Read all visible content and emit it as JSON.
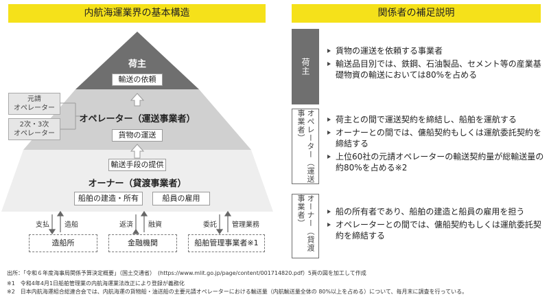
{
  "left_panel": {
    "header": "内航海運業界の基本構造",
    "shipper": {
      "title": "荷主",
      "box": "輸送の依頼"
    },
    "operator": {
      "title": "オペレーター（運送事業者）",
      "box": "貨物の運送"
    },
    "owner": {
      "top_box": "輸送手段の提供",
      "title": "オーナー（貸渡事業者）",
      "box_left": "船舶の建造・所有",
      "box_right": "船員の雇用"
    },
    "side_boxes": {
      "prime": [
        "元請",
        "オペレーター"
      ],
      "secondary": [
        "2次・3次",
        "オペレーター"
      ]
    },
    "arrow_labels": [
      "支払",
      "造船",
      "返済",
      "融資",
      "委託",
      "管理業務"
    ],
    "partners": {
      "shipbuilder": "造船所",
      "finance": "金融機関",
      "management": "船舶管理事業者※1"
    }
  },
  "right_panel": {
    "header": "関係者の補足説明",
    "sections": [
      {
        "label": "荷主",
        "bullets": [
          "貨物の運送を依頼する事業者",
          "輸送品目別では、鉄鋼、石油製品、セメント等の産業基礎物資の輸送においては80%を占める"
        ]
      },
      {
        "label": "オペレーター（運送事業者）",
        "bullets": [
          "荷主との間で運送契約を締結し、船舶を運航する",
          "オーナーとの間では、傭船契約もしくは運航委託契約を締結する",
          "上位60社の元請オペレーターの輸送契約量が総輸送量の約80%を占める※2"
        ]
      },
      {
        "label": "オーナー（貸渡事業者）",
        "bullets": [
          "船の所有者であり、船舶の建造と船員の雇用を担う",
          "オペレーターとの間では、傭船契約もしくは運航委託契約を締結する"
        ]
      }
    ]
  },
  "footnotes": {
    "source": "出所：「令和６年度海事局関係予算決定概要」（国土交通省）　(https://www.mlit.go.jp/page/content/001714820.pdf）5頁の図を加工して作成",
    "note1": "※1　令和4年4月1日船舶管理業の内航海運業法改正により登録が義務化",
    "note2": "※2　日本内航海運組合総連合会では、内航海運の貨物船・油送船の主要元請オペレーターにおける輸送量（内航輸送量全体の 80%以上を占める）について、毎月末に調査を行っている。"
  },
  "colors": {
    "header_yellow": "#f5e11a",
    "tier_top": "#6f6f6f",
    "tier_mid": "#d0d0d0",
    "tier_bottom": "#eeeeee",
    "label_dark": "#6f6f6f"
  }
}
